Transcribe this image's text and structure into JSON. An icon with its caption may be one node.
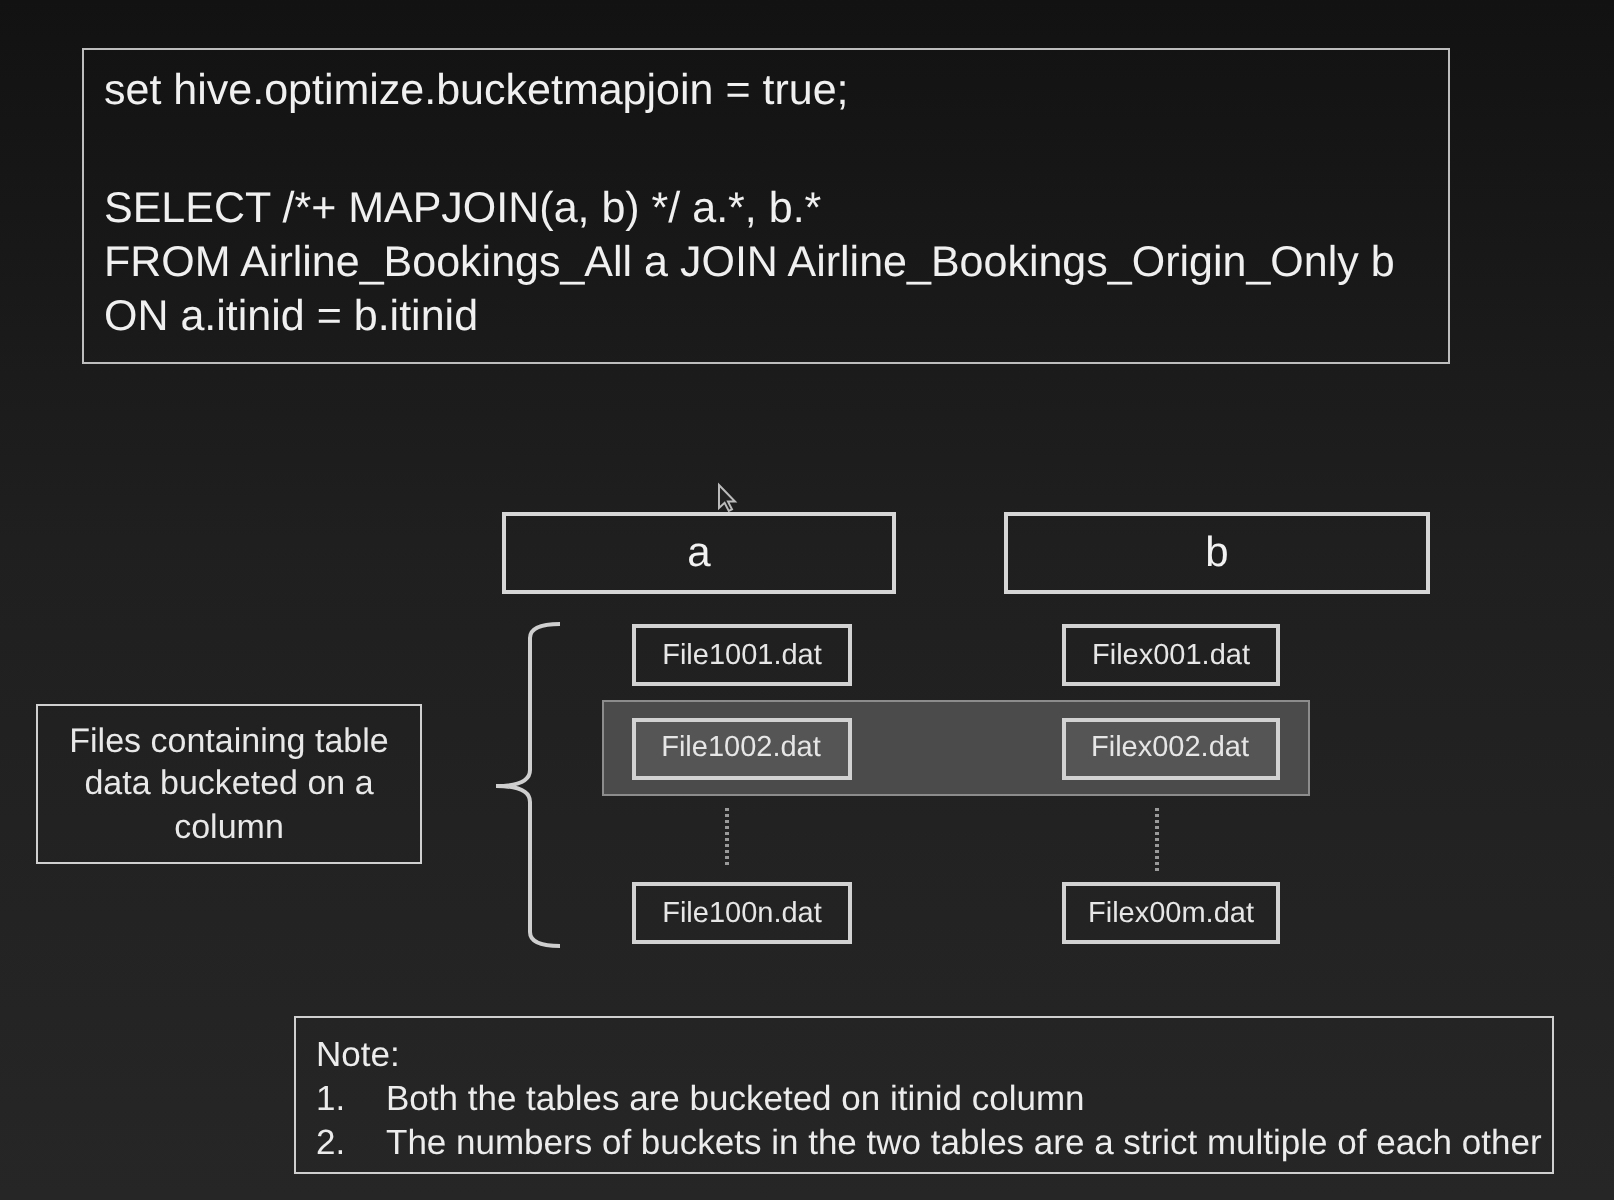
{
  "diagram": {
    "nodes": [
      {
        "text": [
          "set hive.optimize.bucketmapjoin = true;",
          "SELECT /*+ MAPJOIN(a, b) */ a.*, b.*",
          "FROM Airline_Bookings_All a JOIN Airline_Bookings_Origin_Only b",
          "ON a.itinid = b.itinid"
        ]
      },
      {
        "text": [
          "a"
        ]
      },
      {
        "text": [
          "b"
        ]
      },
      {
        "text": [
          "Files containing table data bucketed on a column"
        ]
      },
      {
        "text": [
          "File1001.dat"
        ]
      },
      {
        "text": [
          "Filex001.dat"
        ]
      },
      {
        "text": [],
        "shape": "band"
      },
      {
        "text": [
          "File1002.dat"
        ],
        "in": 6
      },
      {
        "text": [
          "Filex002.dat"
        ],
        "in": 6
      },
      {
        "text": [
          "File100n.dat"
        ]
      },
      {
        "text": [
          "Filex00m.dat"
        ]
      },
      {
        "text": [
          "Note:",
          "1.",
          "Both the tables are bucketed on itinid column",
          "2.",
          "The numbers of buckets in the two tables are a strict multiple of each other"
        ]
      }
    ]
  }
}
